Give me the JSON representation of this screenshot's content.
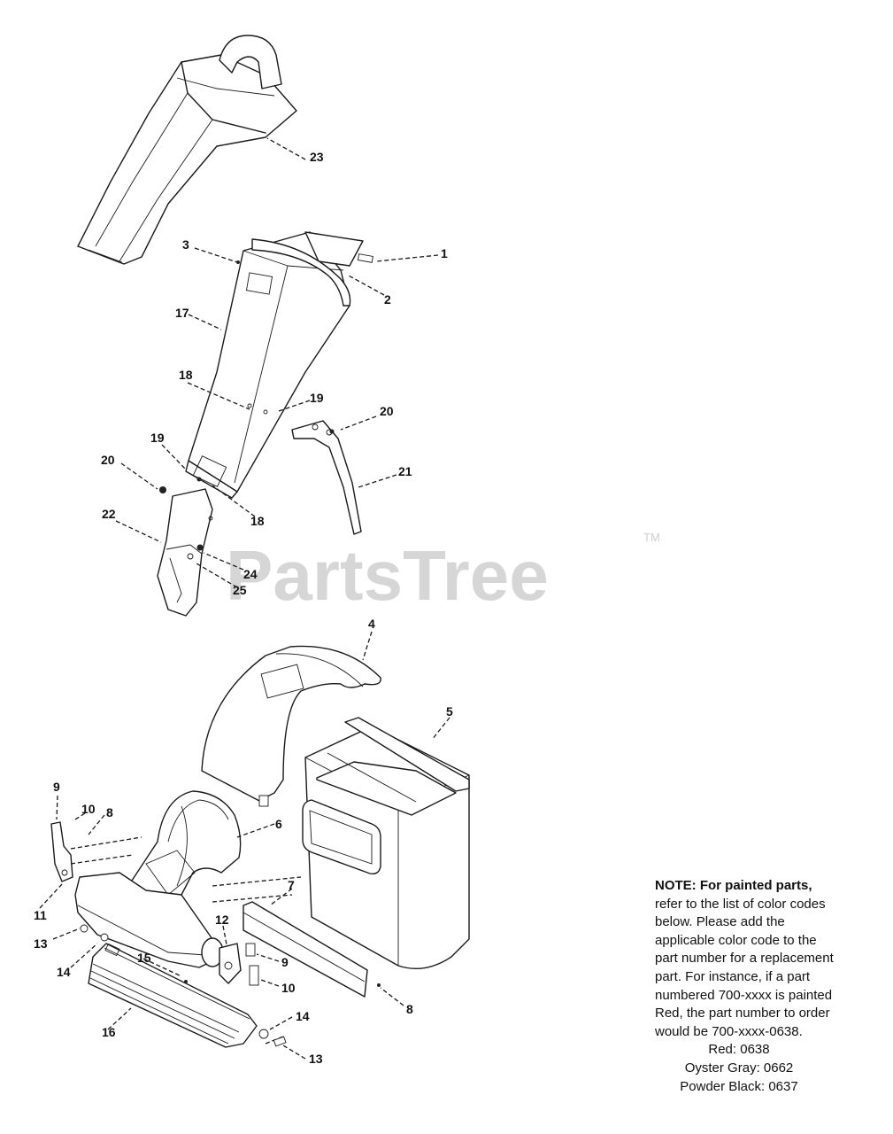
{
  "watermark": {
    "brand": "PartsTree",
    "trademark": "TM"
  },
  "callouts": {
    "c1": "1",
    "c2": "2",
    "c3": "3",
    "c4": "4",
    "c5": "5",
    "c6": "6",
    "c7": "7",
    "c8a": "8",
    "c8b": "8",
    "c9a": "9",
    "c9b": "9",
    "c10a": "10",
    "c10b": "10",
    "c11": "11",
    "c12": "12",
    "c13a": "13",
    "c13b": "13",
    "c14a": "14",
    "c14b": "14",
    "c15": "15",
    "c16": "16",
    "c17": "17",
    "c18a": "18",
    "c18b": "18",
    "c19a": "19",
    "c19b": "19",
    "c20a": "20",
    "c20b": "20",
    "c21": "21",
    "c22": "22",
    "c23": "23",
    "c24": "24",
    "c25": "25"
  },
  "note": {
    "lead": "NOTE: For painted parts,",
    "lines": [
      "refer to the list of color codes",
      "below. Please add the",
      "applicable color code to the",
      "part number for a replacement",
      "part.  For instance, if a part",
      "numbered 700-xxxx is painted",
      "Red, the part number to order",
      "would be 700-xxxx-0638."
    ],
    "color_codes": [
      "Red: 0638",
      "Oyster Gray: 0662",
      "Powder Black: 0637"
    ]
  }
}
